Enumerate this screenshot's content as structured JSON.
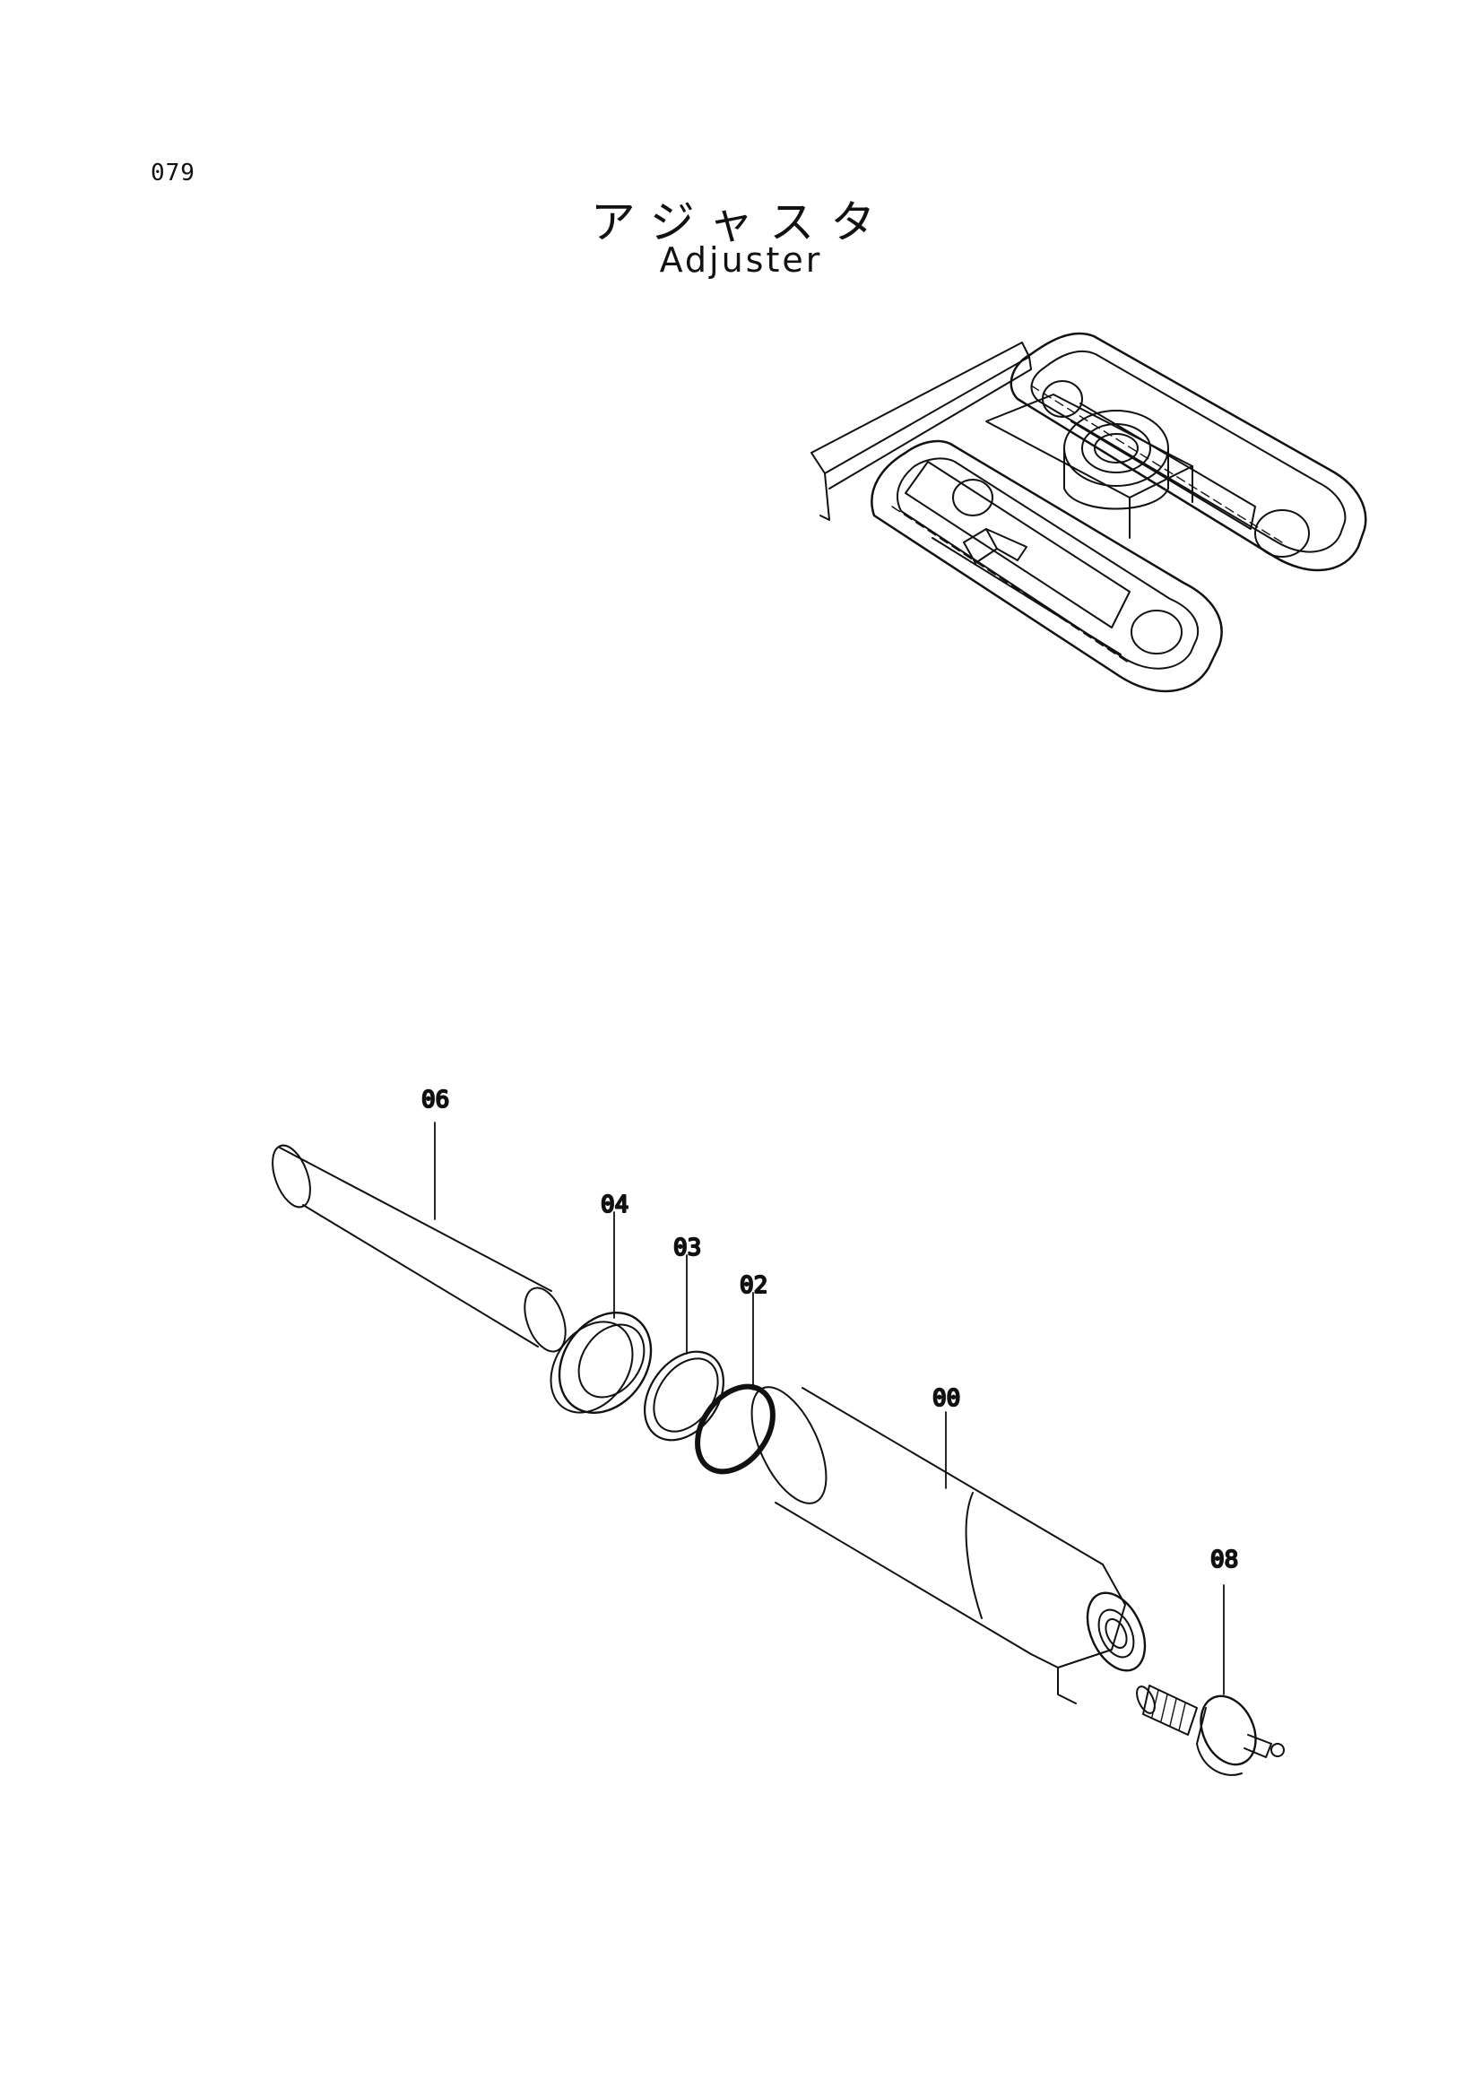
{
  "header": {
    "page_number": "079",
    "title_jp": "アジャスタ",
    "title_en": "Adjuster"
  },
  "callouts": {
    "c06": "06",
    "c04": "04",
    "c03": "03",
    "c02": "02",
    "c00": "00",
    "c08": "08"
  }
}
